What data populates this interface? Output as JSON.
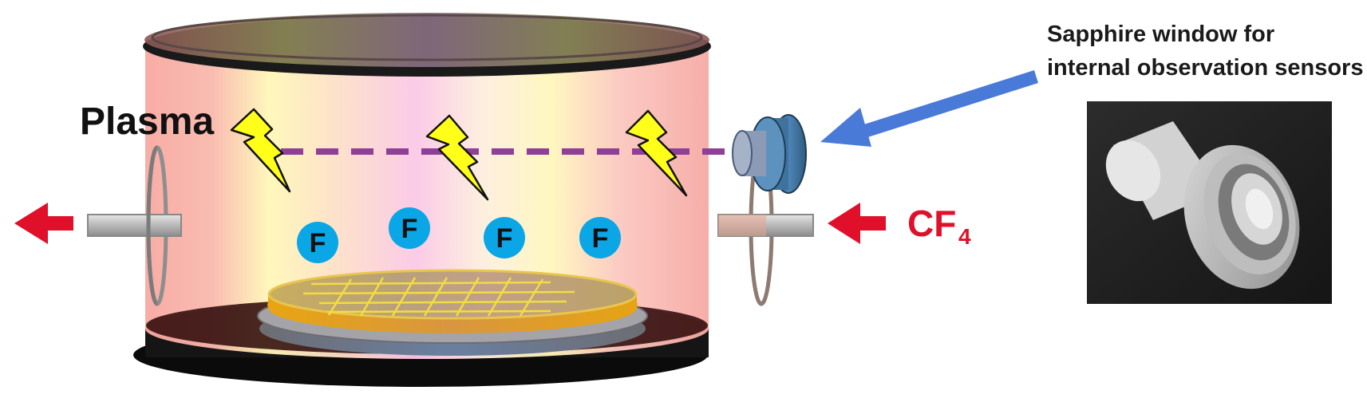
{
  "labels": {
    "plasma": "Plasma",
    "gas_main": "CF",
    "gas_sub": "4",
    "window_caption_line1": "Sapphire window for",
    "window_caption_line2": "internal observation sensors"
  },
  "radicals": [
    "F",
    "F",
    "F",
    "F"
  ],
  "colors": {
    "arrow_red": "#e0102a",
    "arrow_blue": "#4a7ad8",
    "radical_fill": "#0aa6e6",
    "lightning_fill": "#ffff1a",
    "beam_dashed": "#8e3f96",
    "chamber_base": "#111111"
  },
  "icons": {
    "lightning": "lightning-bolt-icon",
    "sensor": "sapphire-window-sensor-icon",
    "photo": "sapphire-window-photo"
  }
}
